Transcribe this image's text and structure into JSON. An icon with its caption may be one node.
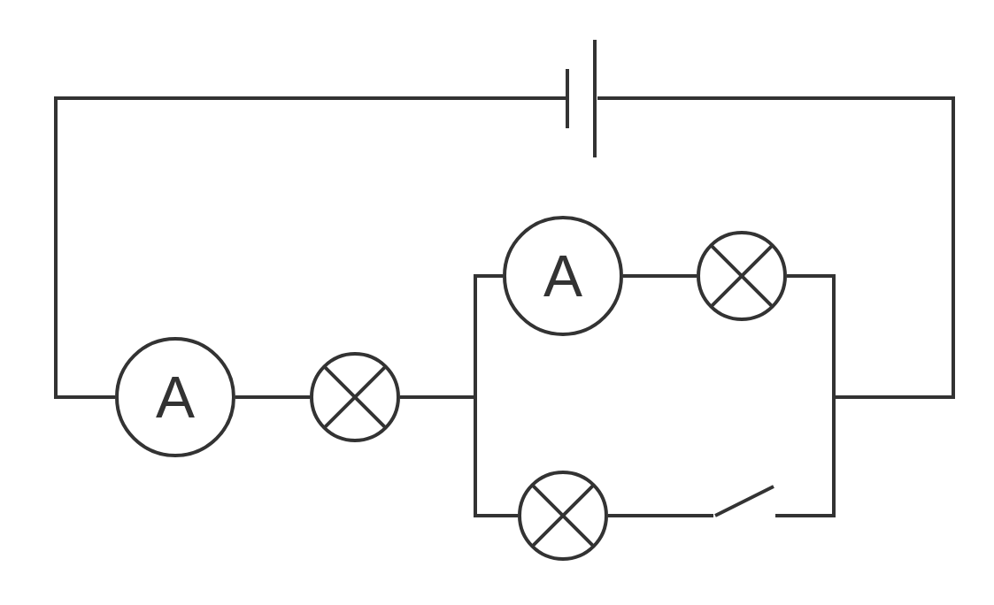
{
  "diagram": {
    "nodes": [
      {
        "text": [],
        "shape": "battery"
      },
      {
        "text": [
          "A"
        ]
      },
      {
        "text": [],
        "shape": "circle"
      },
      {
        "text": [
          "A"
        ]
      },
      {
        "text": [],
        "shape": "circle"
      },
      {
        "text": [],
        "shape": "circle"
      },
      {
        "text": [],
        "shape": "switch"
      }
    ],
    "edges": [
      {
        "from": 0,
        "to": 1,
        "arrow": "none"
      },
      {
        "from": 1,
        "to": 2,
        "arrow": "none"
      },
      {
        "from": 2,
        "to": 3,
        "arrow": "none"
      },
      {
        "from": 2,
        "to": 5,
        "arrow": "none"
      },
      {
        "from": 3,
        "to": 4,
        "arrow": "none"
      },
      {
        "from": 4,
        "to": 0,
        "arrow": "none"
      },
      {
        "from": 5,
        "to": 6,
        "arrow": "none"
      },
      {
        "from": 6,
        "to": 0,
        "arrow": "none"
      }
    ]
  }
}
